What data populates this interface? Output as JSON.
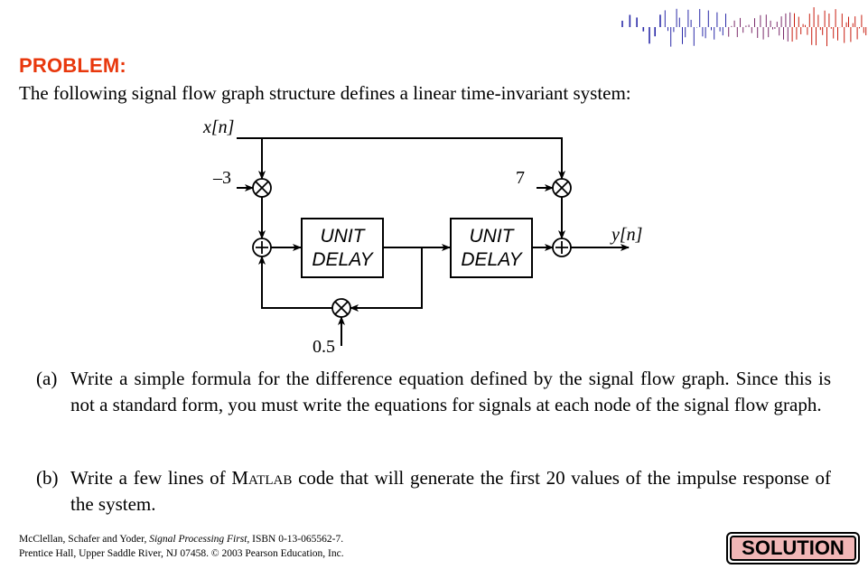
{
  "heading": "PROBLEM:",
  "intro": "The following signal flow graph structure defines a linear time-invariant system:",
  "diagram": {
    "input_label": "x[n]",
    "output_label": "y[n]",
    "gain_left": "–3",
    "gain_right": "7",
    "gain_feedback": "0.5",
    "block1_line1": "UNIT",
    "block1_line2": "DELAY",
    "block2_line1": "UNIT",
    "block2_line2": "DELAY"
  },
  "questions": [
    {
      "label": "(a)",
      "text": "Write a simple formula for the difference equation defined by the signal flow graph. Since this is not a standard form, you must write the equations for signals at each node of the signal flow graph."
    },
    {
      "label": "(b)",
      "text_before": "Write a few lines of ",
      "matlab": "Matlab",
      "text_after": " code that will generate the first 20 values of the impulse response of the system."
    }
  ],
  "footer": {
    "line1_prefix": "McClellan, Schafer and Yoder, ",
    "line1_title": "Signal Processing First,",
    "line1_suffix": " ISBN 0-13-065562-7.",
    "line2": "Prentice Hall, Upper Saddle River, NJ 07458. © 2003 Pearson Education, Inc."
  },
  "solution_button": "SOLUTION",
  "colors": {
    "heading": "#e8380d",
    "button_fill": "#f1b6b6",
    "logo_blue": "#2a2aa8",
    "logo_red": "#c81e10"
  }
}
